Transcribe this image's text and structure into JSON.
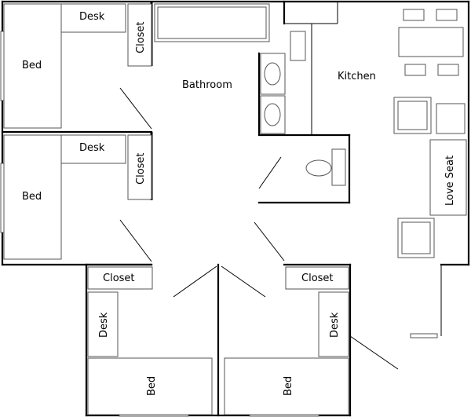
{
  "labels": {
    "desk": "Desk",
    "bed": "Bed",
    "closet": "Closet",
    "bathroom": "Bathroom",
    "kitchen": "Kitchen",
    "love_seat": "Love Seat"
  },
  "colors": {
    "wall": "#000000",
    "furniture_stroke": "#555555",
    "background": "#ffffff"
  }
}
